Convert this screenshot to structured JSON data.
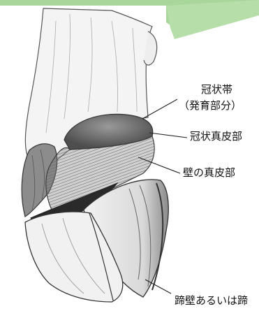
{
  "diagram": {
    "labels": {
      "coronary_band": "冠状帯",
      "coronary_band_note": "（発育部分）",
      "coronary_corium": "冠状真皮部",
      "wall_corium": "壁の真皮部",
      "hoof_wall": "蹄壁あるいは蹄"
    },
    "colors": {
      "accent_band": "#a8d69b",
      "accent_band_light": "#c6e6bd",
      "ink": "#222222",
      "corium_dark": "#5a5a5a"
    }
  }
}
